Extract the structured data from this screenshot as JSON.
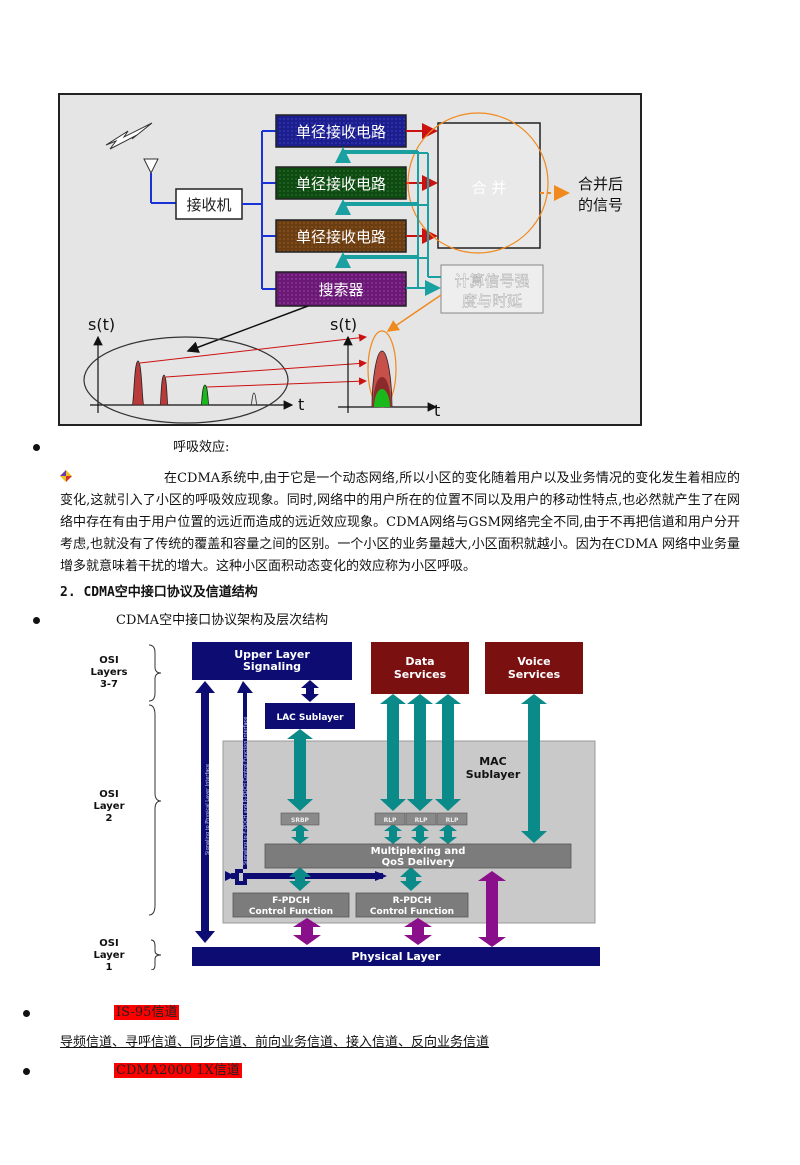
{
  "rake_figure": {
    "finger_label": "单径接收电路",
    "receiver_label": "接收机",
    "searcher_label": "搜索器",
    "combiner_label": "合  并",
    "output_label_line1": "合并后",
    "output_label_line2": "的信号",
    "calc_label_line1": "计算信号强",
    "calc_label_line2": "度与时延",
    "axis_s": "s(t)",
    "axis_t": "t"
  },
  "breathing": {
    "title": "呼吸效应:",
    "paragraph": "在CDMA系统中,由于它是一个动态网络,所以小区的变化随着用户以及业务情况的变化发生着相应的变化,这就引入了小区的呼吸效应现象。同时,网络中的用户所在的位置不同以及用户的移动性特点,也必然就产生了在网络中存在有由于用户位置的远近而造成的远近效应现象。CDMA网络与GSM网络完全不同,由于不再把信道和用户分开考虑,也就没有了传统的覆盖和容量之间的区别。一个小区的业务量越大,小区面积就越小。因为在CDMA 网络中业务量增多就意味着干扰的增大。这种小区面积动态变化的效应称为小区呼吸。"
  },
  "section2": {
    "heading": "2. CDMA空中接口协议及信道结构",
    "bullet_text": "CDMA空中接口协议架构及层次结构"
  },
  "osi_figure": {
    "osi_37": [
      "OSI",
      "Layers",
      "3-7"
    ],
    "osi_2": [
      "OSI",
      "Layer",
      "2"
    ],
    "osi_1": [
      "OSI",
      "Layer",
      "1"
    ],
    "upper_layer": [
      "Upper Layer",
      "Signaling"
    ],
    "data_services": [
      "Data",
      "Services"
    ],
    "voice_services": [
      "Voice",
      "Services"
    ],
    "lac_sublayer": "LAC Sublayer",
    "mac_sublayer": [
      "MAC",
      "Sublayer"
    ],
    "srbp": "SRBP",
    "rlp": "RLP",
    "mux": [
      "Multiplexing and",
      "QoS Delivery"
    ],
    "fpdch": [
      "F-PDCH",
      "Control Function"
    ],
    "rpdch": [
      "R-PDCH",
      "Control Function"
    ],
    "physical": "Physical Layer",
    "vertical_left": "Signaling to Physical Layer Interface",
    "vertical_right": "Signaling to F-PDCH and R-PDCH Control Function Interface"
  },
  "is95": {
    "label": "IS-95信道",
    "channels": "导频信道、寻呼信道、同步信道、前向业务信道、接入信道、反向业务信道"
  },
  "cdma2000": {
    "label": "CDMA2000 1X信道"
  }
}
